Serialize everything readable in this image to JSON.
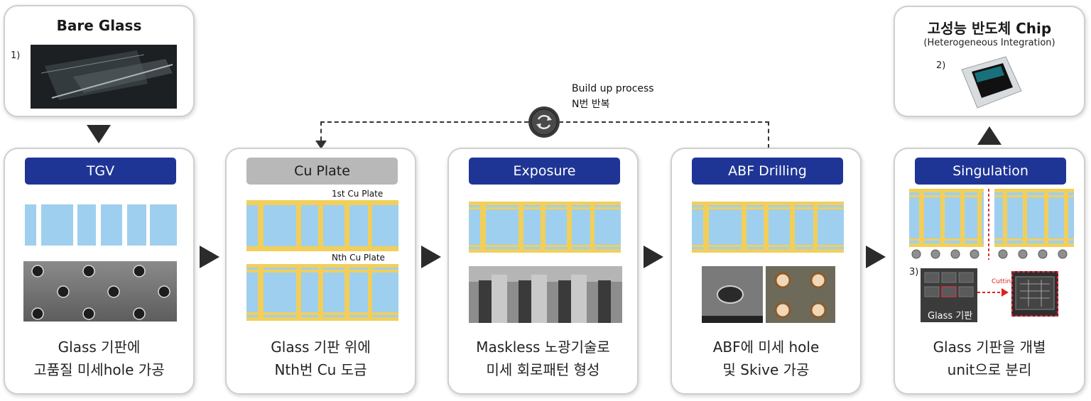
{
  "top_left": {
    "title": "Bare Glass",
    "num": "1)"
  },
  "top_right": {
    "title": "고성능 반도체 Chip",
    "subtitle": "(Heterogeneous Integration)",
    "num": "2)"
  },
  "loop": {
    "line1": "Build up process",
    "line2": "N번 반복"
  },
  "steps": [
    {
      "label": "TGV",
      "caption1": "Glass 기판에",
      "caption2": "고품질 미세hole 가공"
    },
    {
      "label": "Cu Plate",
      "tag1": "1st Cu Plate",
      "tag2": "Nth Cu Plate",
      "caption1": "Glass 기판 위에",
      "caption2": "Nth번 Cu 도금"
    },
    {
      "label": "Exposure",
      "caption1": "Maskless 노광기술로",
      "caption2": "미세 회로패턴 형성"
    },
    {
      "label": "ABF Drilling",
      "caption1": "ABF에 미세 hole",
      "caption2": "및 Skive 가공"
    },
    {
      "label": "Singulation",
      "num": "3)",
      "glass_label": "Glass 기판",
      "cutting": "Cutting",
      "caption1": "Glass 기판을 개별",
      "caption2": "unit으로 분리"
    }
  ],
  "colors": {
    "navy": "#1f3596",
    "glass_blue": "#9fcfee",
    "copper_yellow": "#f2cf5a",
    "gray_label": "#b8b8b8"
  }
}
